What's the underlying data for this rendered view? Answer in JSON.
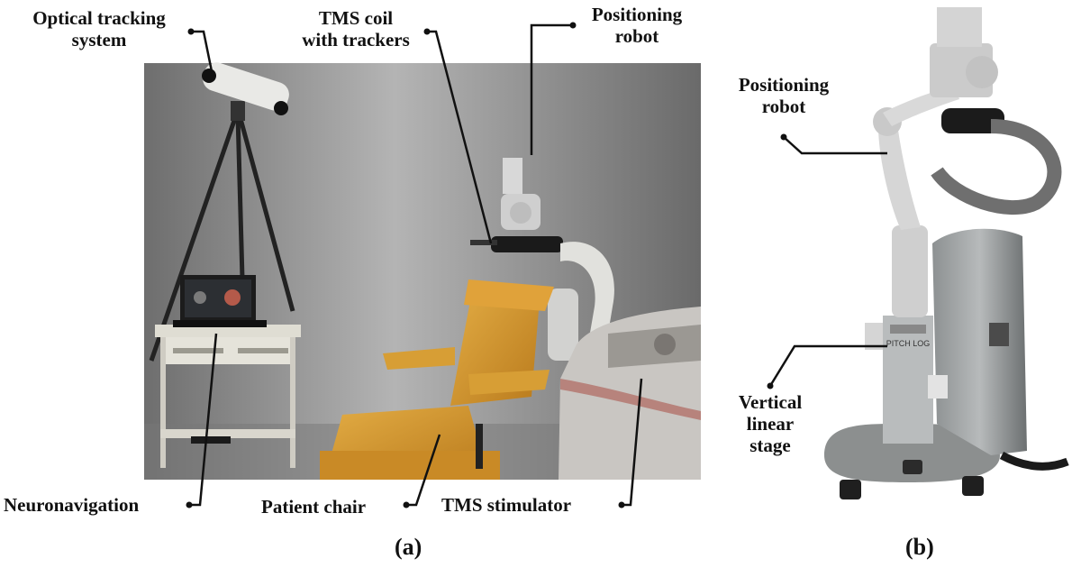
{
  "panel_a": {
    "caption": "(a)",
    "labels": {
      "optical_line1": "Optical tracking",
      "optical_line2": "system",
      "coil_line1": "TMS coil",
      "coil_line2": "with trackers",
      "robot_line1": "Positioning",
      "robot_line2": "robot",
      "neuronavigation": "Neuronavigation",
      "patient_chair": "Patient chair",
      "stimulator": "TMS stimulator"
    }
  },
  "panel_b": {
    "caption": "(b)",
    "labels": {
      "robot_line1": "Positioning",
      "robot_line2": "robot",
      "stage_line1": "Vertical",
      "stage_line2": "linear",
      "stage_line3": "stage"
    },
    "stage_branding": "PITCH LOG"
  },
  "colors": {
    "wall": "#8a8a8a",
    "chair": "#d49a2e",
    "device": "#c4c1be",
    "label_text": "#111111"
  }
}
